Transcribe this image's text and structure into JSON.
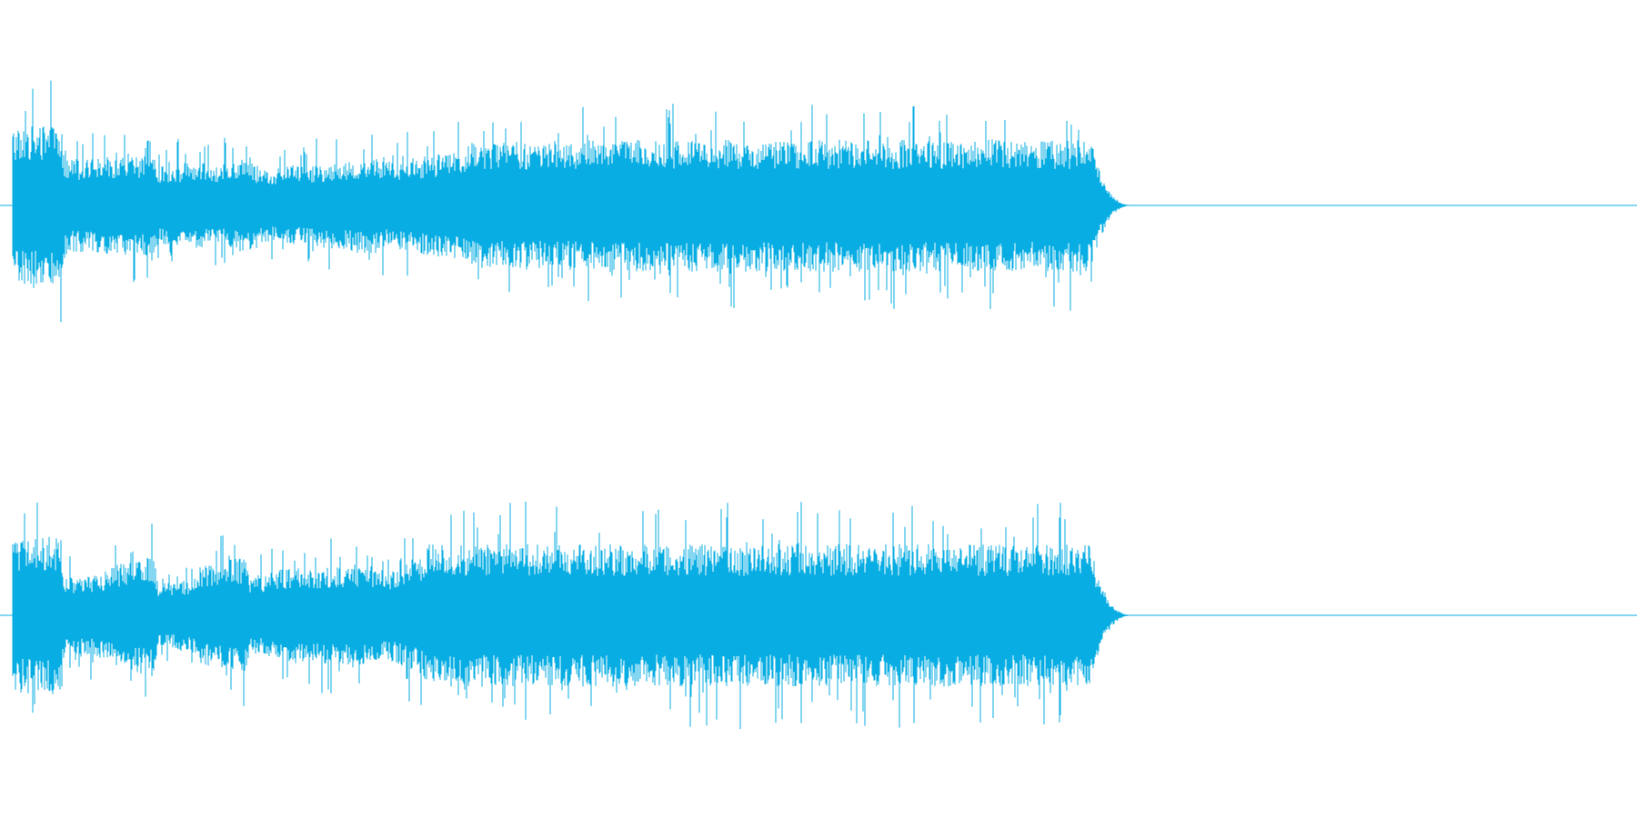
{
  "waveform": {
    "color": "#08aee3",
    "background": "#ffffff",
    "channel_count": 2,
    "channels": [
      {
        "name": "",
        "peak": 0.98,
        "sound_end_fraction": 0.667,
        "tail_end_fraction": 0.695
      },
      {
        "name": "",
        "peak": 0.96,
        "sound_end_fraction": 0.667,
        "tail_end_fraction": 0.695
      }
    ]
  }
}
